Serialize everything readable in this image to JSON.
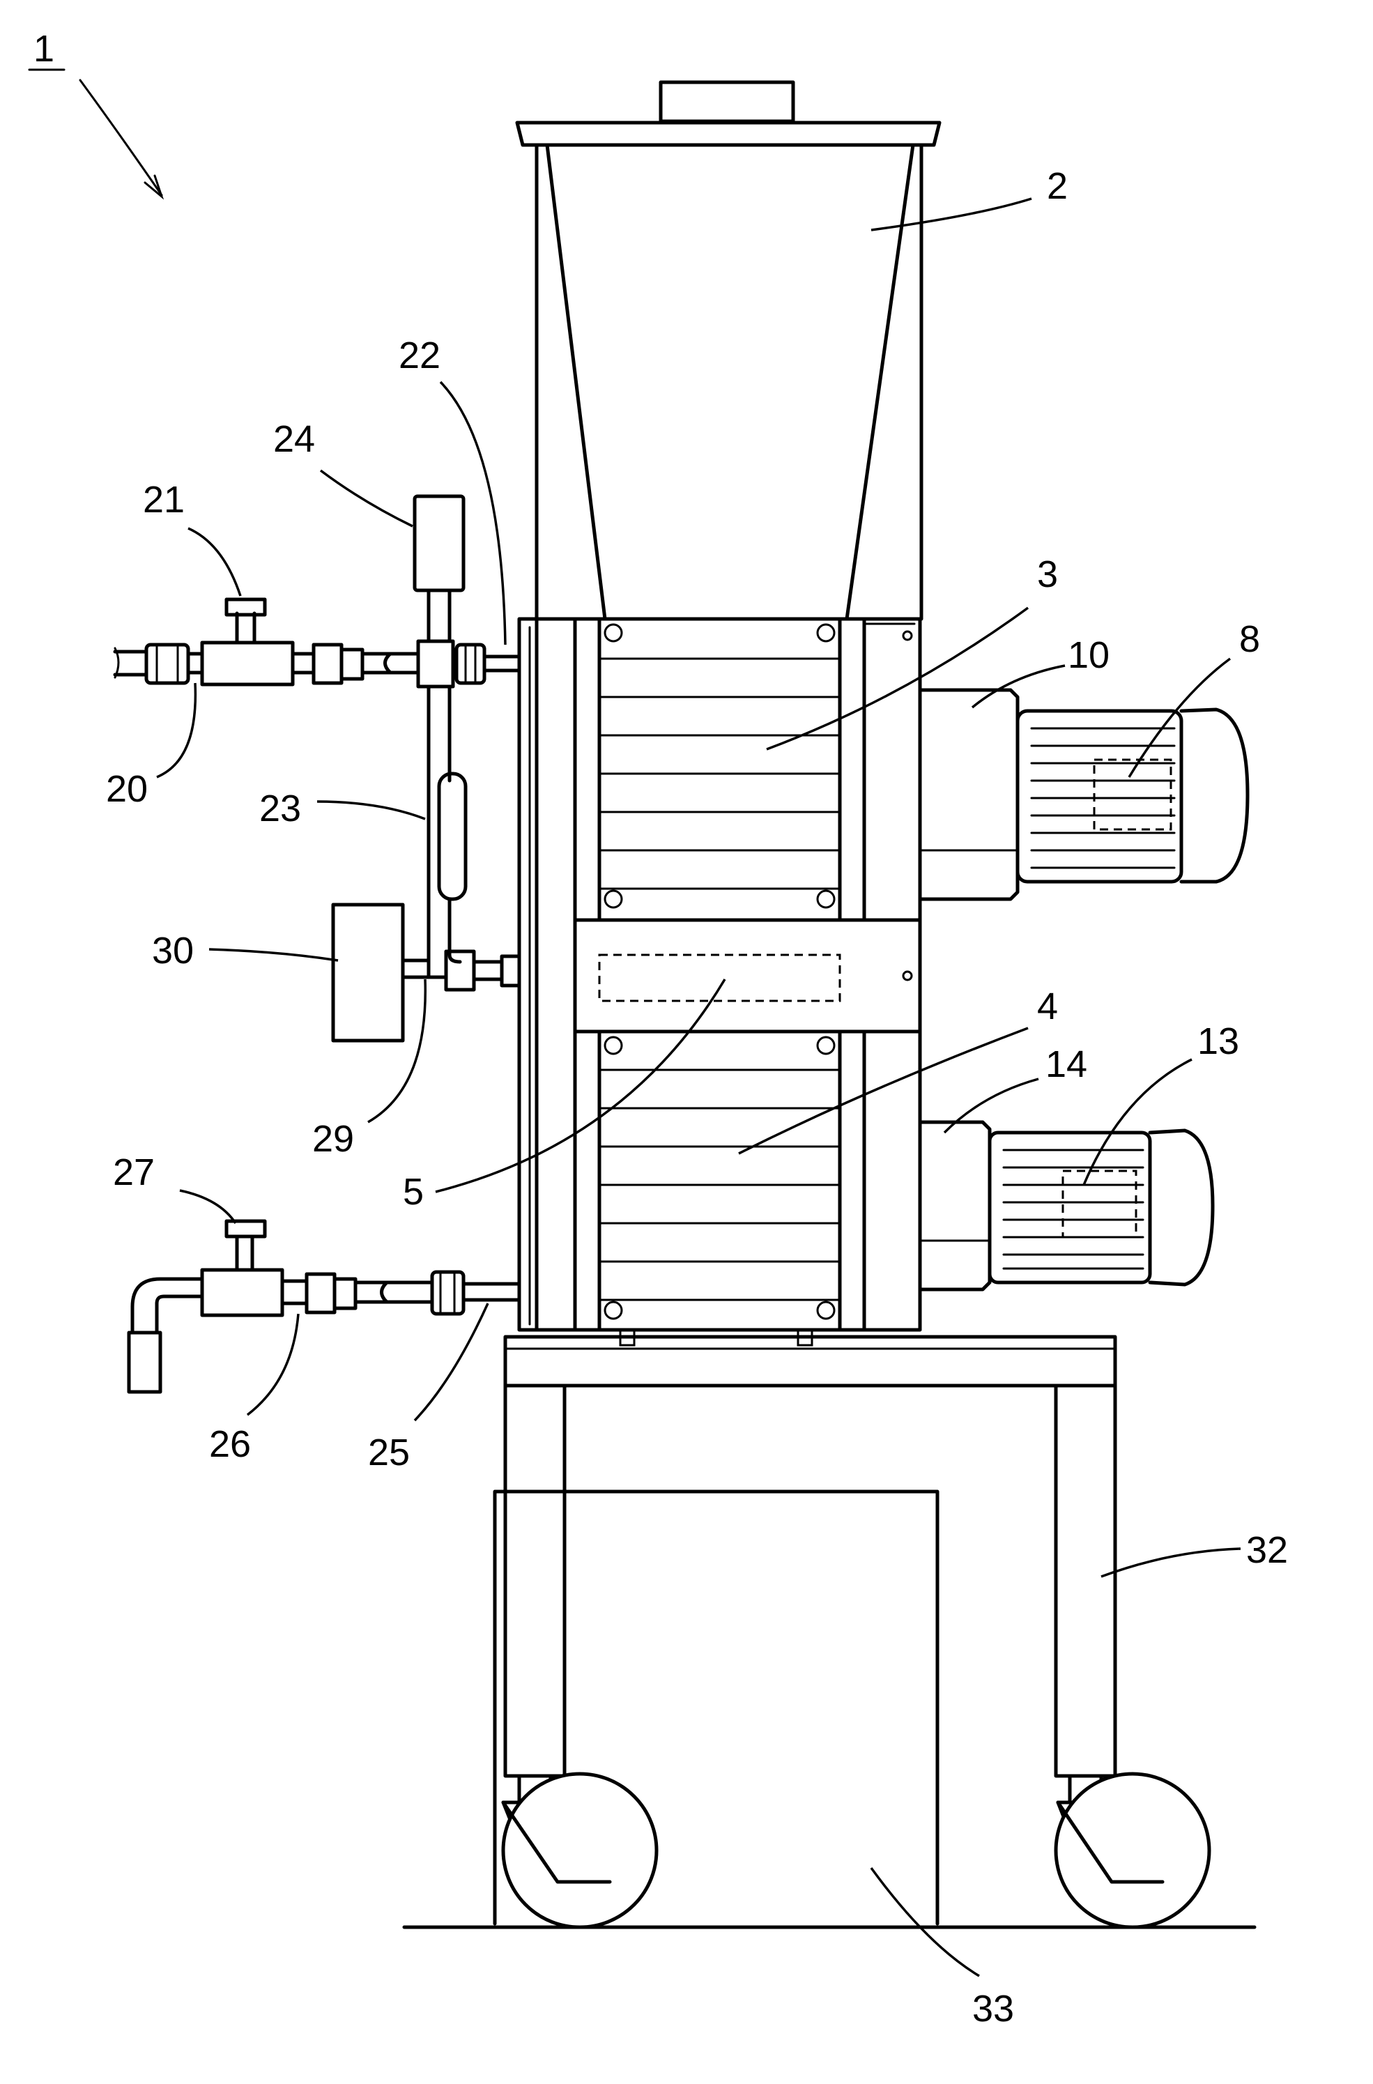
{
  "figure": {
    "reference_labels": {
      "device": "1",
      "hopper": "2",
      "upper_unit": "3",
      "lower_unit": "4",
      "middle_chamber": "5",
      "upper_motor": "8",
      "upper_gearbox": "10",
      "lower_motor": "13",
      "lower_gearbox": "14",
      "inlet_pipe": "20",
      "inlet_valve": "21",
      "inlet_connector": "22",
      "sight_tube": "23",
      "gauge_top": "24",
      "outlet_connector": "25",
      "outlet_pipe": "26",
      "outlet_valve": "27",
      "sensor_line": "29",
      "sensor_box": "30",
      "stand_frame": "32",
      "base_space": "33"
    }
  }
}
